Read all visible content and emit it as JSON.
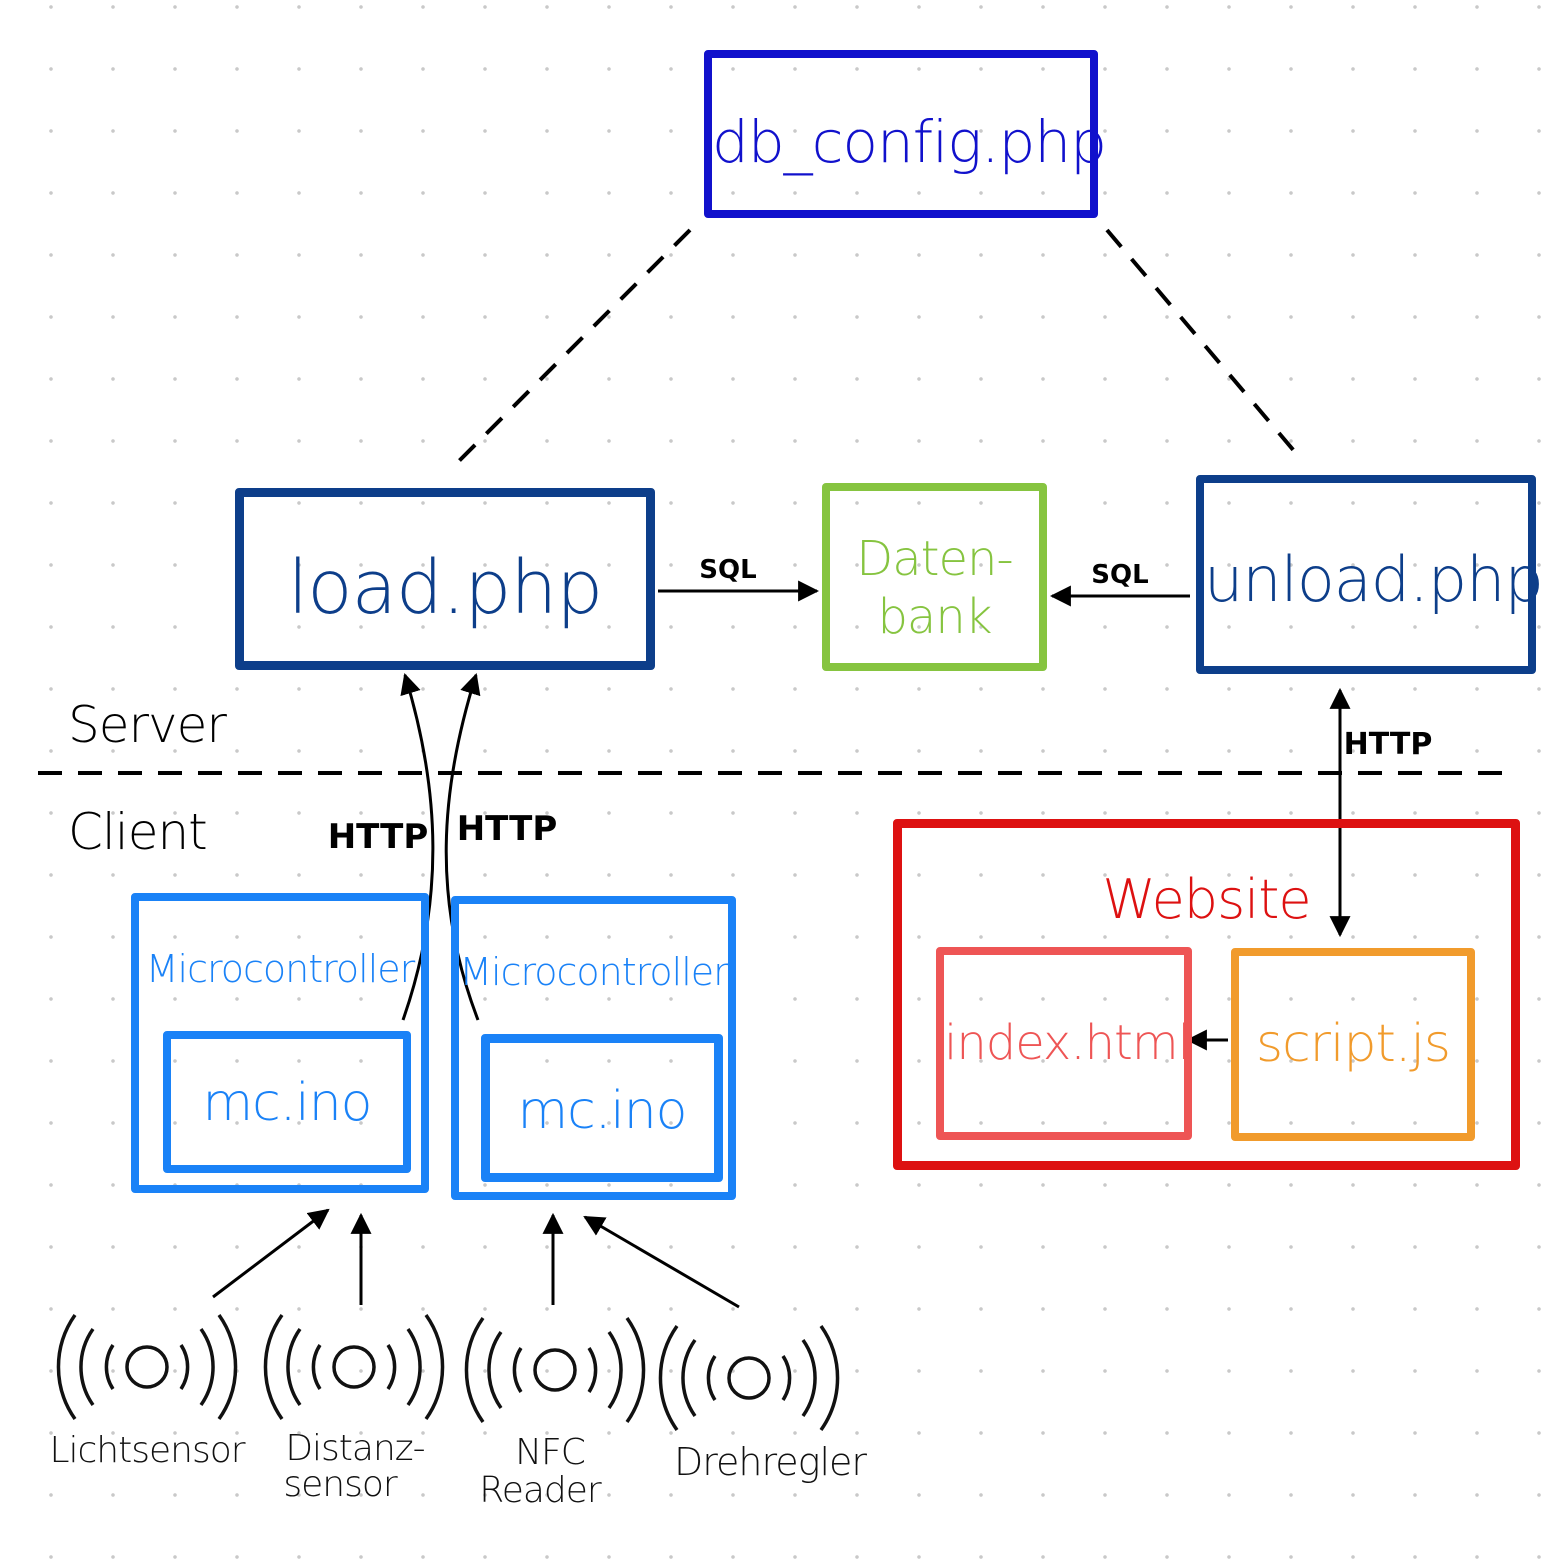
{
  "nodes": {
    "db_config": {
      "label": "db_config.php",
      "color": "#1111cc"
    },
    "load": {
      "label": "load.php",
      "color": "#0d3e8a"
    },
    "datenbank": {
      "label_line1": "Daten-",
      "label_line2": "bank",
      "color": "#86c440"
    },
    "unload": {
      "label": "unload.php",
      "color": "#0d3e8a"
    },
    "microcontroller_1": {
      "label": "Microcontroller",
      "file": "mc.ino",
      "color": "#1a82f7"
    },
    "microcontroller_2": {
      "label": "Microcontroller",
      "file": "mc.ino",
      "color": "#1a82f7"
    },
    "website": {
      "label": "Website",
      "color": "#dd1111"
    },
    "index_html": {
      "label": "index.html",
      "color": "#ee5555"
    },
    "script_js": {
      "label": "script.js",
      "color": "#f19b2c"
    }
  },
  "zones": {
    "server": "Server",
    "client": "Client"
  },
  "edges": {
    "load_to_db": "SQL",
    "unload_to_db": "SQL",
    "mc1_to_load": "HTTP",
    "mc2_to_load": "HTTP",
    "script_unload": "HTTP"
  },
  "sensors": [
    {
      "label_line1": "Lichtsensor",
      "label_line2": ""
    },
    {
      "label_line1": "Distanz-",
      "label_line2": "sensor"
    },
    {
      "label_line1": "NFC",
      "label_line2": "Reader"
    },
    {
      "label_line1": "Drehregler",
      "label_line2": ""
    }
  ],
  "colors": {
    "line": "#000000",
    "sensor": "#111111"
  }
}
